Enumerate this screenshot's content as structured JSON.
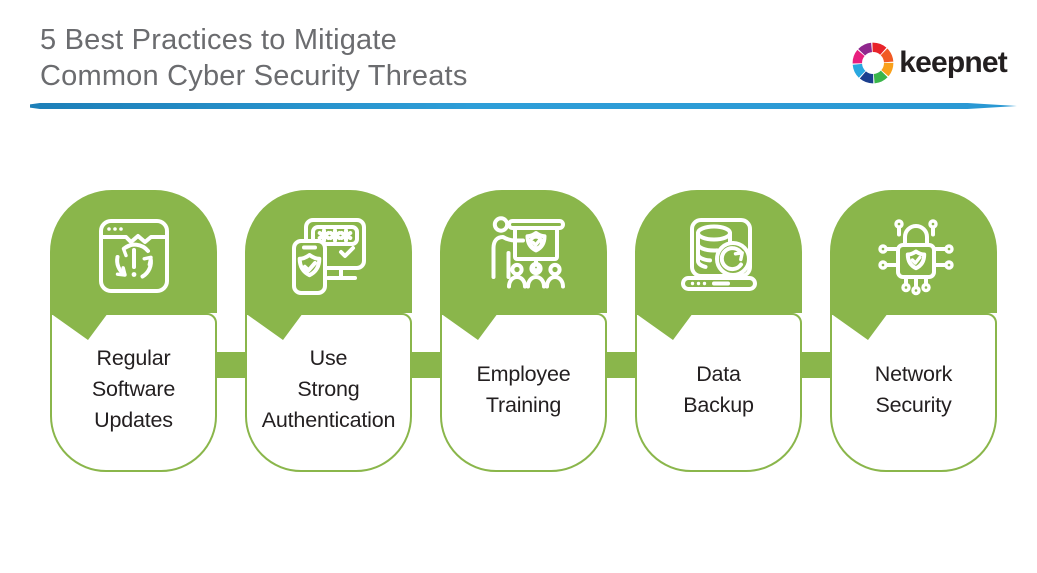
{
  "theme": {
    "green": "#8ab64b",
    "text_dark": "#231f20",
    "title_gray": "#6b6c6f",
    "divider_blue": "#2e9ed8",
    "icon_stroke": "#ffffff"
  },
  "header": {
    "title_line1": "5 Best Practices to Mitigate",
    "title_line2": "Common Cyber Security Threats",
    "logo": {
      "text": "keepnet",
      "mark_icon": "keepnet-aperture-icon",
      "mark_colors": [
        "#e8232a",
        "#f15a24",
        "#f9a01b",
        "#3ab54a",
        "#1b3f8e",
        "#29a8e0",
        "#e81f7e",
        "#90278e"
      ]
    }
  },
  "cards": [
    {
      "id": "regular-software-updates",
      "icon": "software-update-icon",
      "label_lines": [
        "Regular",
        "Software",
        "Updates"
      ]
    },
    {
      "id": "use-strong-authentication",
      "icon": "strong-authentication-icon",
      "label_lines": [
        "Use",
        "Strong",
        "Authentication"
      ]
    },
    {
      "id": "employee-training",
      "icon": "employee-training-icon",
      "label_lines": [
        "Employee",
        "Training"
      ]
    },
    {
      "id": "data-backup",
      "icon": "data-backup-icon",
      "label_lines": [
        "Data",
        "Backup"
      ]
    },
    {
      "id": "network-security",
      "icon": "network-security-icon",
      "label_lines": [
        "Network",
        "Security"
      ]
    }
  ]
}
